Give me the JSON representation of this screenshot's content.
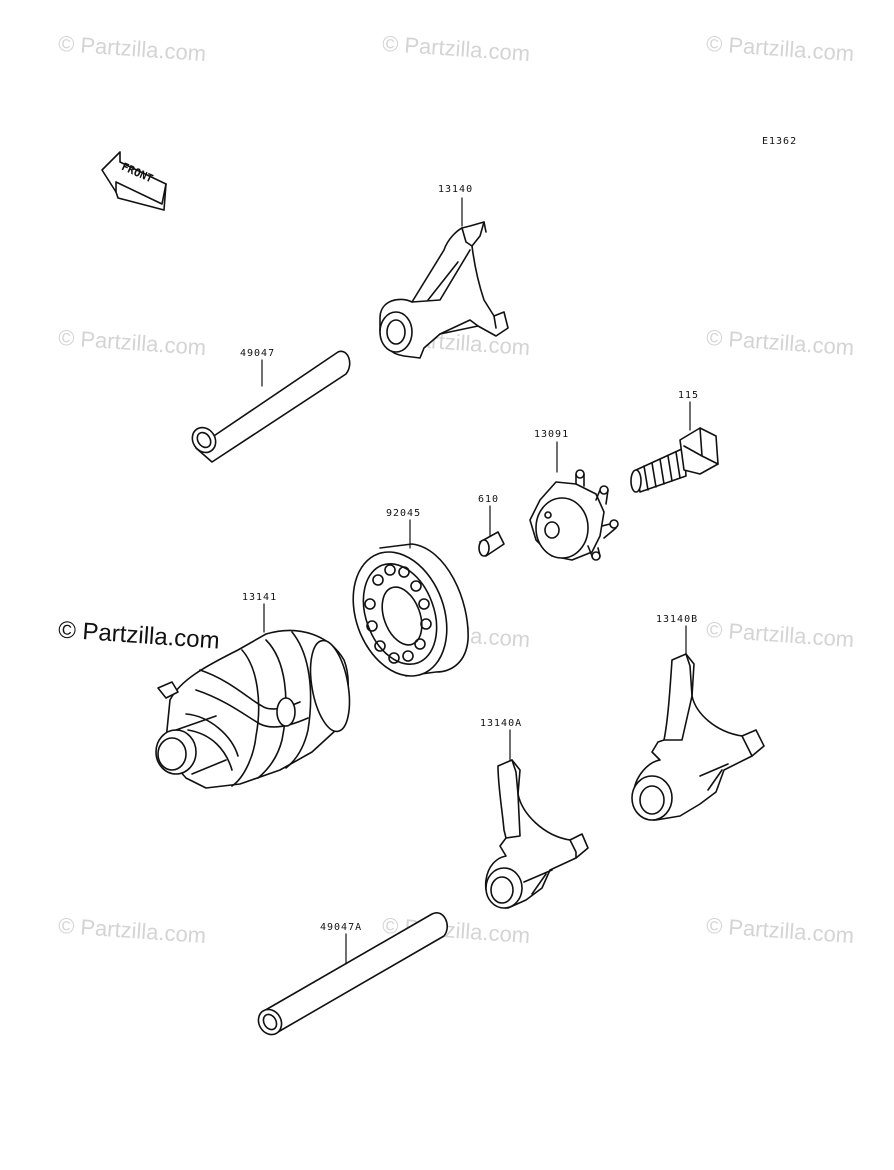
{
  "diagram_code": "E1362",
  "front_label": "FRONT",
  "watermark": "© Partzilla.com",
  "parts": [
    {
      "id": "13140"
    },
    {
      "id": "49047"
    },
    {
      "id": "115"
    },
    {
      "id": "13091"
    },
    {
      "id": "610"
    },
    {
      "id": "92045"
    },
    {
      "id": "13141"
    },
    {
      "id": "13140B"
    },
    {
      "id": "13140A"
    },
    {
      "id": "49047A"
    }
  ]
}
